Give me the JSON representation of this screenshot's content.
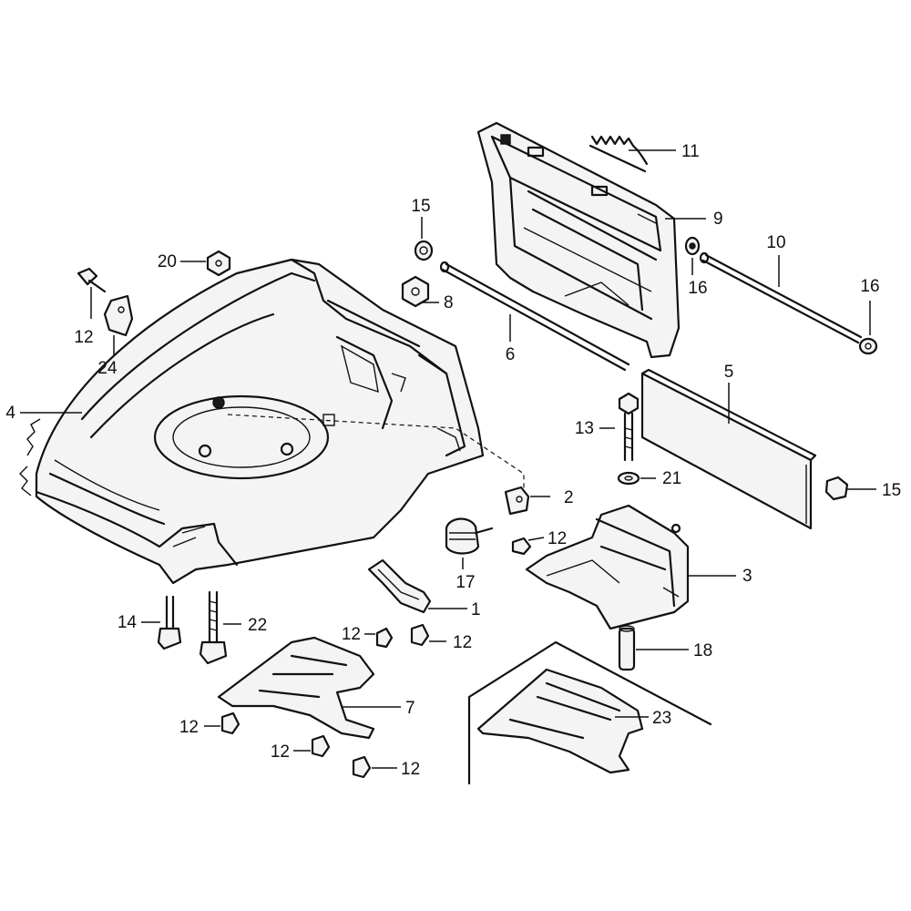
{
  "diagram": {
    "callouts": [
      {
        "id": "c1",
        "text": "1"
      },
      {
        "id": "c2",
        "text": "2"
      },
      {
        "id": "c3",
        "text": "3"
      },
      {
        "id": "c4",
        "text": "4"
      },
      {
        "id": "c5",
        "text": "5"
      },
      {
        "id": "c6",
        "text": "6"
      },
      {
        "id": "c7",
        "text": "7"
      },
      {
        "id": "c8",
        "text": "8"
      },
      {
        "id": "c9",
        "text": "9"
      },
      {
        "id": "c10",
        "text": "10"
      },
      {
        "id": "c11",
        "text": "11"
      },
      {
        "id": "c12a",
        "text": "12"
      },
      {
        "id": "c12b",
        "text": "12"
      },
      {
        "id": "c12c",
        "text": "12"
      },
      {
        "id": "c12d",
        "text": "12"
      },
      {
        "id": "c12e",
        "text": "12"
      },
      {
        "id": "c12f",
        "text": "12"
      },
      {
        "id": "c12g",
        "text": "12"
      },
      {
        "id": "c13",
        "text": "13"
      },
      {
        "id": "c14",
        "text": "14"
      },
      {
        "id": "c15a",
        "text": "15"
      },
      {
        "id": "c15b",
        "text": "15"
      },
      {
        "id": "c16a",
        "text": "16"
      },
      {
        "id": "c16b",
        "text": "16"
      },
      {
        "id": "c17",
        "text": "17"
      },
      {
        "id": "c18",
        "text": "18"
      },
      {
        "id": "c20",
        "text": "20"
      },
      {
        "id": "c21",
        "text": "21"
      },
      {
        "id": "c22",
        "text": "22"
      },
      {
        "id": "c23",
        "text": "23"
      },
      {
        "id": "c24",
        "text": "24"
      }
    ]
  }
}
